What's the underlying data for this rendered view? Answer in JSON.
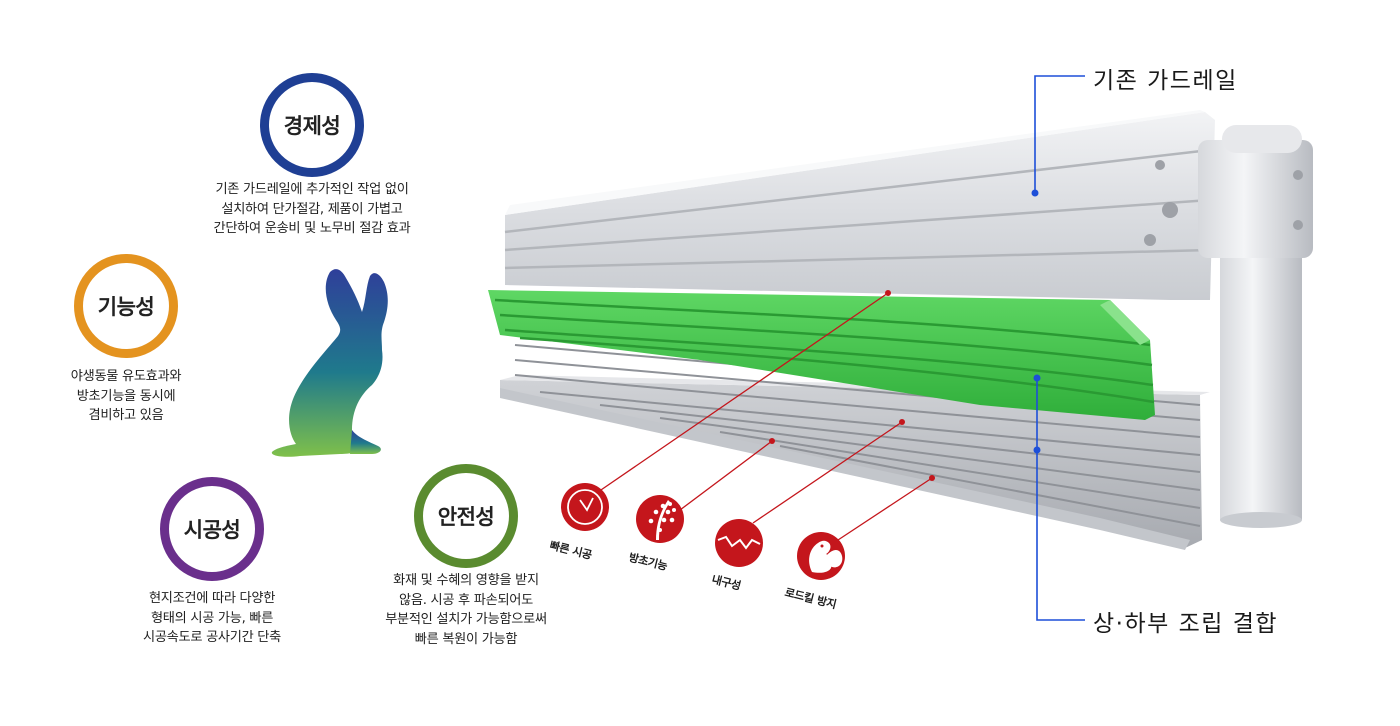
{
  "features": [
    {
      "title": "경제성",
      "desc": [
        "기존 가드레일에 추가적인 작업 없이",
        "설치하여 단가절감, 제품이 가볍고",
        "간단하여 운송비 및 노무비 절감 효과"
      ],
      "color": "#1f3f94"
    },
    {
      "title": "기능성",
      "desc": [
        "야생동물 유도효과와",
        "방초기능을 동시에",
        "겸비하고 있음"
      ],
      "color": "#e4931f"
    },
    {
      "title": "시공성",
      "desc": [
        "현지조건에 따라 다양한",
        "형태의 시공 가능, 빠른",
        "시공속도로 공사기간 단축"
      ],
      "color": "#6a2f8c"
    },
    {
      "title": "안전성",
      "desc": [
        "화재 및 수혜의 영향을 받지",
        "않음. 시공 후 파손되어도",
        "부분적인 설치가 가능함으로써",
        "빠른 복원이 가능함"
      ],
      "color": "#5a8b2f"
    }
  ],
  "callouts": {
    "existing": "기존 가드레일",
    "combined": "상·하부 조립 결합",
    "line_color": "#1d4fd8"
  },
  "badges": [
    {
      "label": "빠른 시공",
      "icon": "clock-icon"
    },
    {
      "label": "방초기능",
      "icon": "weed-icon"
    },
    {
      "label": "내구성",
      "icon": "crack-icon"
    },
    {
      "label": "로드킬 방지",
      "icon": "squirrel-icon"
    }
  ],
  "colors": {
    "badge_red": "#c4161c",
    "leader_red": "#c4161c",
    "green_rail": "#44c24a",
    "gray_rail": "#b9bcc0"
  }
}
